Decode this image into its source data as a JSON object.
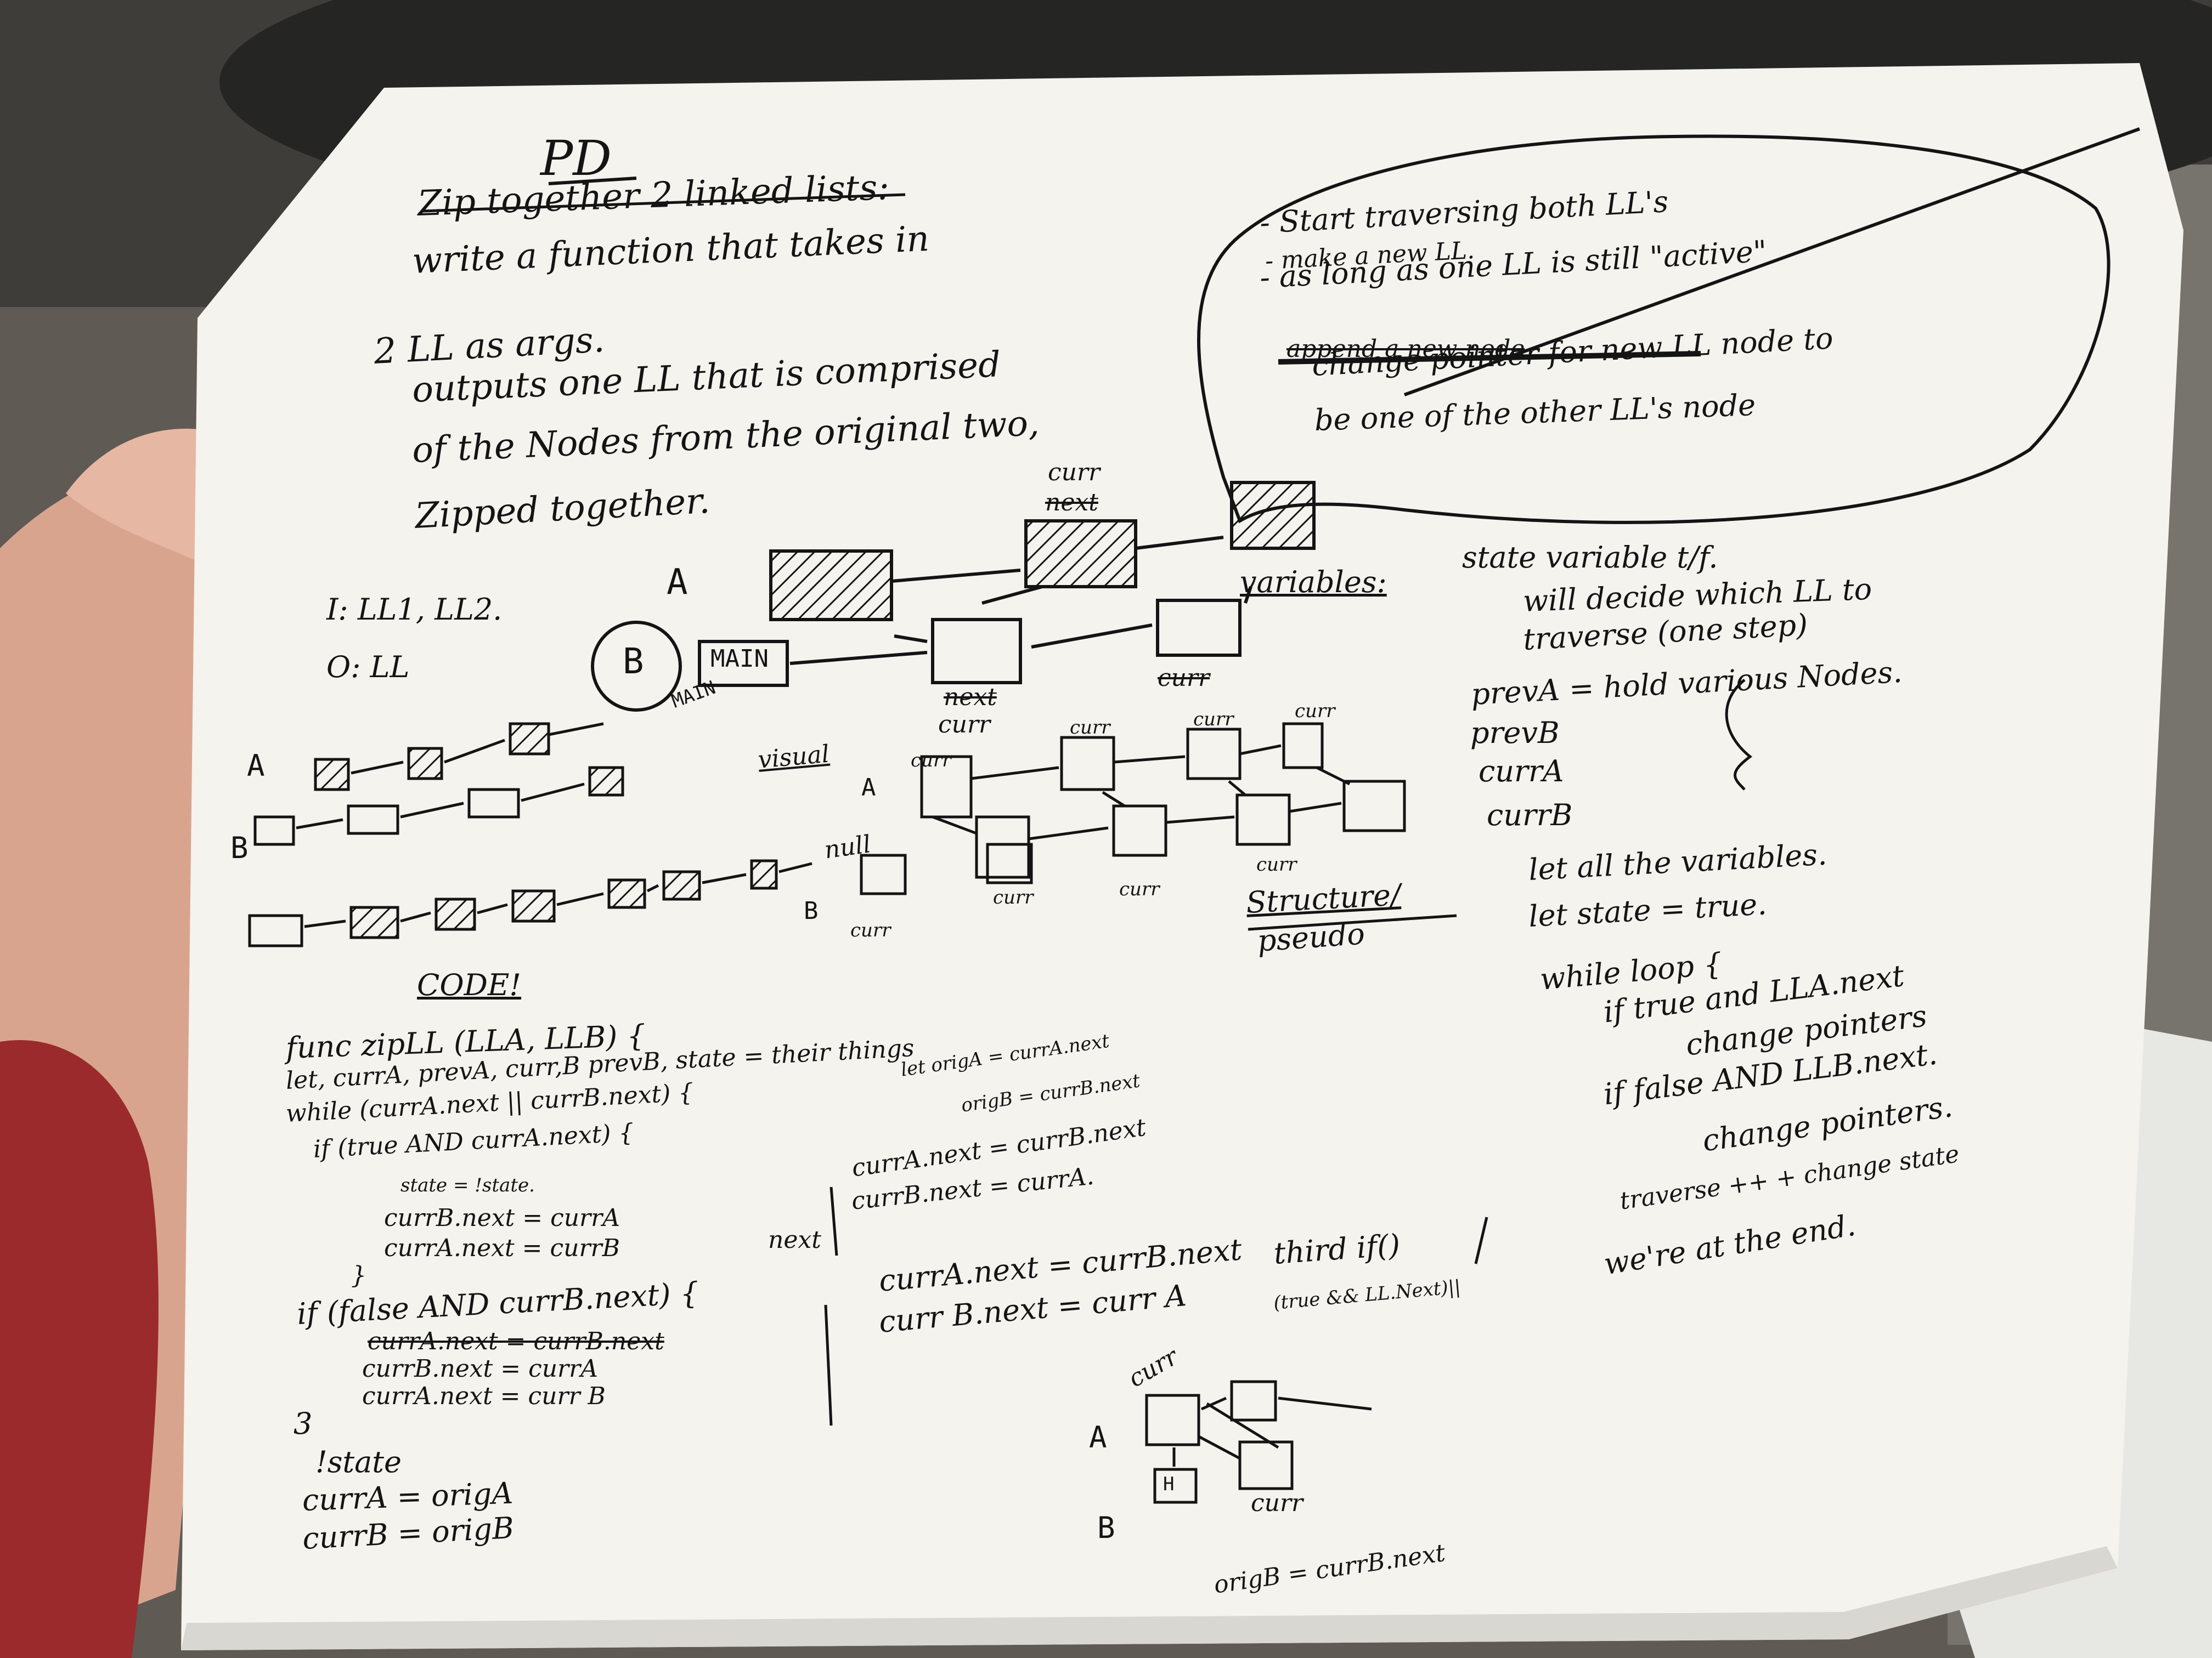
{
  "title": "PD",
  "problem": {
    "lines": [
      "Zip together 2 linked lists:",
      "write a function that takes in",
      "2 LL as args.",
      "outputs one LL that is comprised",
      "of the Nodes from the original two,",
      "Zipped together."
    ]
  },
  "io": {
    "input": "I: LL1, LL2.",
    "output": "O: LL",
    "labels": [
      "A",
      "B",
      "MAIN",
      "MAIN",
      "curr",
      "next",
      "curr",
      "curr",
      "next"
    ]
  },
  "bubble": {
    "lines": [
      "- Start traversing both LL's",
      "- make a new LL.",
      "- as long as one LL is still \"active\"",
      "append a new node",
      "change pointer for new LL node to",
      "be one of the other LL's node"
    ]
  },
  "variables": {
    "heading": "variables:",
    "state": "state variable t/f.",
    "state_desc_1": "will decide which LL to",
    "state_desc_2": "traverse (one step)",
    "list": [
      "prevA = hold various Nodes.",
      "prevB",
      "currA",
      "currB"
    ]
  },
  "visual": {
    "label": "visual",
    "list_labels": [
      "A",
      "B",
      "A",
      "B"
    ],
    "null_label": "null",
    "curr_labels": [
      "curr",
      "curr",
      "curr",
      "curr",
      "curr",
      "curr",
      "curr",
      "curr"
    ]
  },
  "structure": {
    "heading": "Structure/",
    "sub": "pseudo",
    "lines": [
      "let all the variables.",
      "let state = true.",
      "while loop {",
      "if true and LLA.next",
      "change pointers",
      "if false AND LLB.next.",
      "change pointers.",
      "traverse ++ + change state",
      "we're at the end."
    ],
    "third_if": "third if()",
    "third_if_cond": "(true && LL.Next)||"
  },
  "code": {
    "heading": "CODE!",
    "lines": [
      "func zipLL (LLA, LLB) {",
      "let, currA, prevA, curr,B prevB, state = their things",
      "while (currA.next || currB.next) {",
      "if (true AND currA.next) {",
      "state = !state.",
      "currB.next = currA",
      "currA.next = currB",
      "}",
      "if (false AND currB.next) {",
      "currA.next = currB.next",
      "currB.next = currA",
      "currA.next = curr B",
      "3",
      "!state",
      "currA = origA",
      "currB = origB"
    ],
    "side_lines": [
      "let origA = currA.next",
      "origB = currB.next",
      "currA.next = currB.next",
      "currB.next = currA."
    ],
    "side_lines_2": [
      "currA.next = currB.next",
      "curr B.next = curr A"
    ],
    "struck_next": "next",
    "bottom_labels": [
      "curr",
      "A",
      "H",
      "B",
      "curr",
      "origB = currB.next"
    ]
  },
  "colors": {
    "paper": "#f4f3ee",
    "ink": "#141414",
    "skin": "#d9a48e",
    "sleeve": "#9b2a2c",
    "background": "#5f5a54"
  }
}
